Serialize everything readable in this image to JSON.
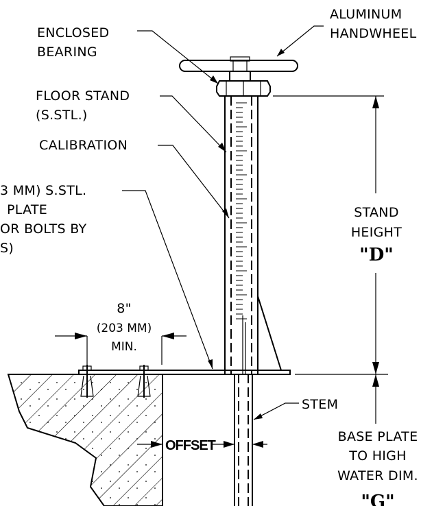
{
  "labels": {
    "enclosed_bearing_1": "ENCLOSED",
    "enclosed_bearing_2": "BEARING",
    "handwheel_1": "ALUMINUM",
    "handwheel_2": "HANDWHEEL",
    "floor_stand_1": "FLOOR STAND",
    "floor_stand_2": "(S.STL.)",
    "calibration": "CALIBRATION",
    "base_plate_1": "3 MM) S.STL.",
    "base_plate_2": "PLATE",
    "base_plate_3": "OR BOLTS BY",
    "base_plate_4": "S)",
    "stand_height_1": "STAND",
    "stand_height_2": "HEIGHT",
    "stand_height_3": "\"D\"",
    "dim_8_1": "8\"",
    "dim_8_2": "(203 MM)",
    "dim_8_3": "MIN.",
    "stem": "STEM",
    "offset": "OFFSET",
    "hw_dim_1": "BASE PLATE",
    "hw_dim_2": "TO HIGH",
    "hw_dim_3": "WATER DIM.",
    "hw_dim_4": "\"G\""
  }
}
